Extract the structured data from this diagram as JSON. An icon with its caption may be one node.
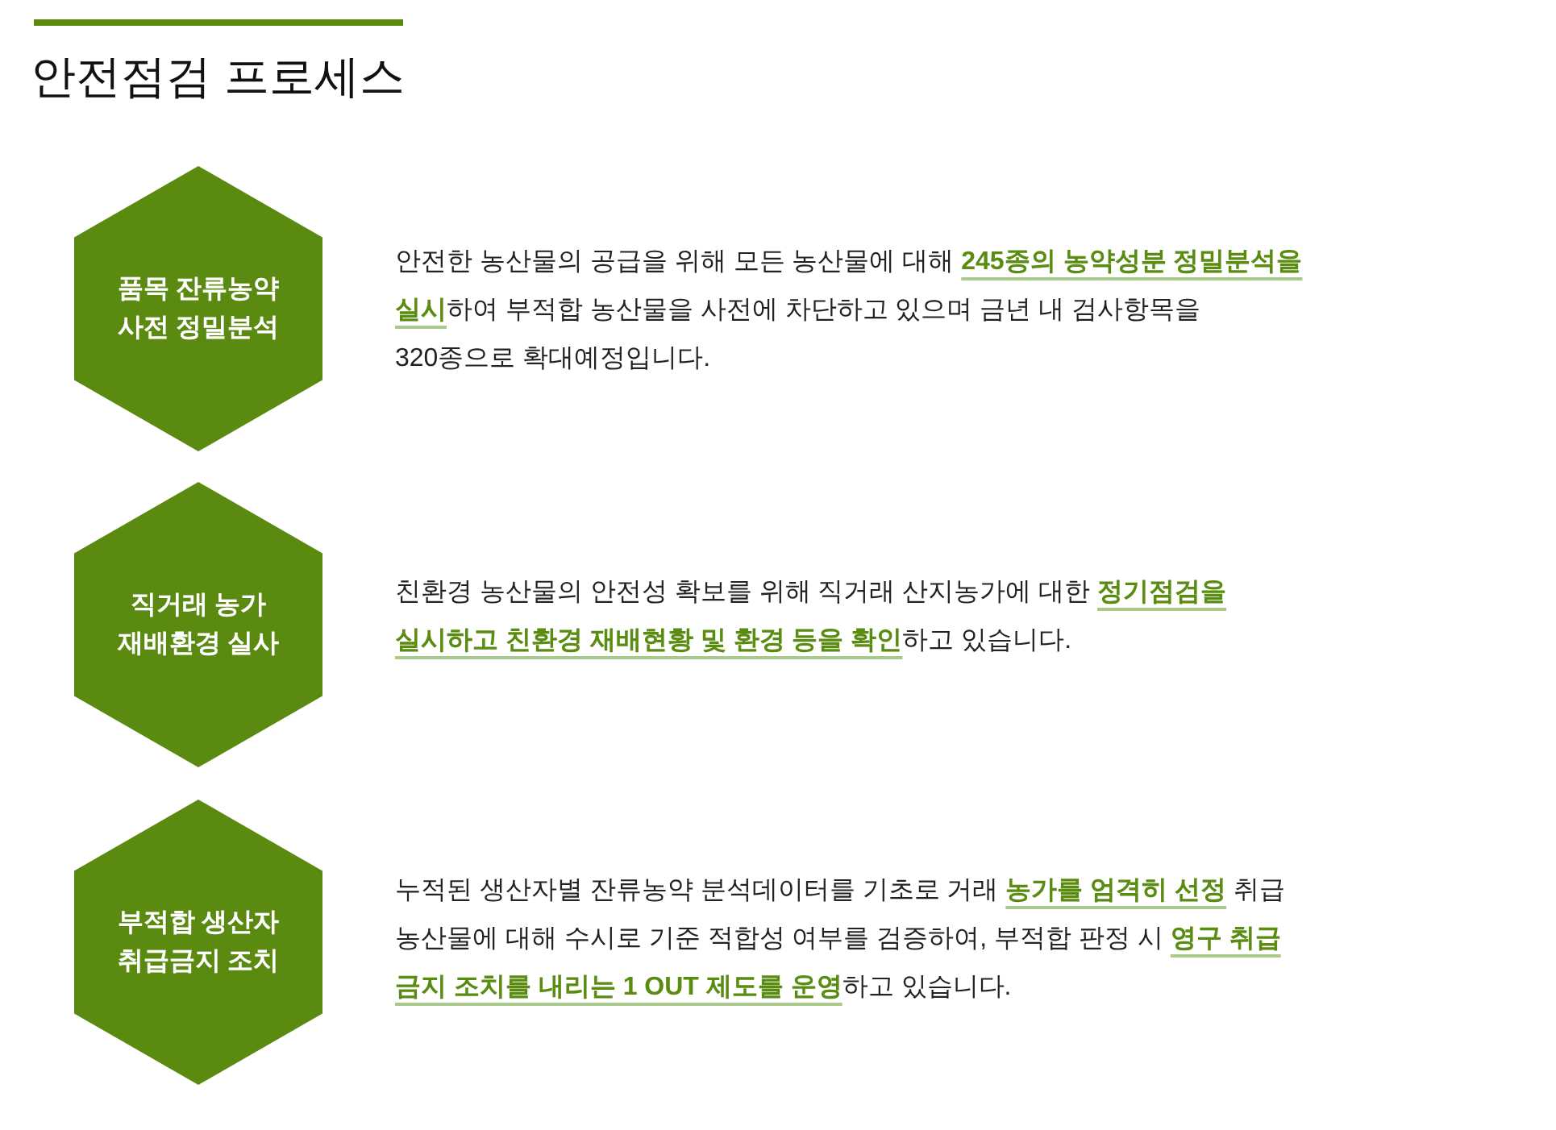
{
  "diagram": {
    "title": "안전점검 프로세스",
    "nodes": [
      {
        "text": [
          "품목 잔류농약 사전 정밀분석"
        ],
        "beside": [
          "안전한 농산물의 공급을 위해 모든 농산물에 대해 **245종의 농약성분 정밀분석을 실시**하여 부적합 농산물을 사전에 차단하고 있으며 금년 내 검사항목을 320종으로 확대예정입니다."
        ]
      },
      {
        "text": [
          "직거래 농가 재배환경 실사"
        ],
        "beside": [
          "친환경 농산물의 안전성 확보를 위해 직거래 산지농가에 대한 **정기점검을 실시하고 친환경 재배현황 및 환경 등을 확인**하고 있습니다."
        ]
      },
      {
        "text": [
          "부적합 생산자 취급금지 조치"
        ],
        "beside": [
          "누적된 생산자별 잔류농약 분석데이터를 기초로 거래 **농가를 엄격히 선정** 취급 농산물에 대해 수시로 기준 적합성 여부를 검증하여, 부적합 판정 시 **영구 취급 금지 조치를 내리는 1 OUT 제도를 운영**하고 있습니다."
        ]
      }
    ]
  }
}
